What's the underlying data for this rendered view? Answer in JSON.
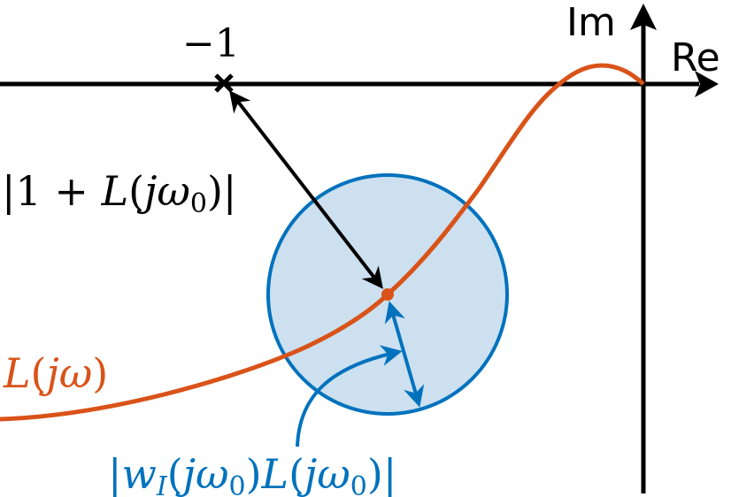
{
  "diagram": {
    "type": "nyquist-robustness-illustration",
    "colors": {
      "axis": "#000000",
      "curve": "#D95319",
      "disk_stroke": "#0072BD",
      "disk_fill": "#CCE0F0",
      "annotation_blue": "#0072BD"
    },
    "axes": {
      "real_label": "Re",
      "imag_label": "Im"
    },
    "critical_point": {
      "label": "−1",
      "marker": "cross-icon"
    },
    "distance_label": {
      "bar_left": "|",
      "one": "1",
      "plus": " + ",
      "L": "L",
      "open": "(",
      "j": "j",
      "omega": "ω",
      "sub": "0",
      "close": ")",
      "bar_right": "|"
    },
    "curve_label": {
      "L": "L",
      "open": "(",
      "j": "j",
      "omega": "ω",
      "close": ")"
    },
    "uncertainty_label": {
      "bar_left": "|",
      "w": "w",
      "w_sub": "I",
      "open1": "(",
      "j1": "j",
      "omega1": "ω",
      "sub1": "0",
      "close1": ")",
      "L": "L",
      "open2": "(",
      "j2": "j",
      "omega2": "ω",
      "sub2": "0",
      "close2": ")",
      "bar_right": "|"
    }
  }
}
